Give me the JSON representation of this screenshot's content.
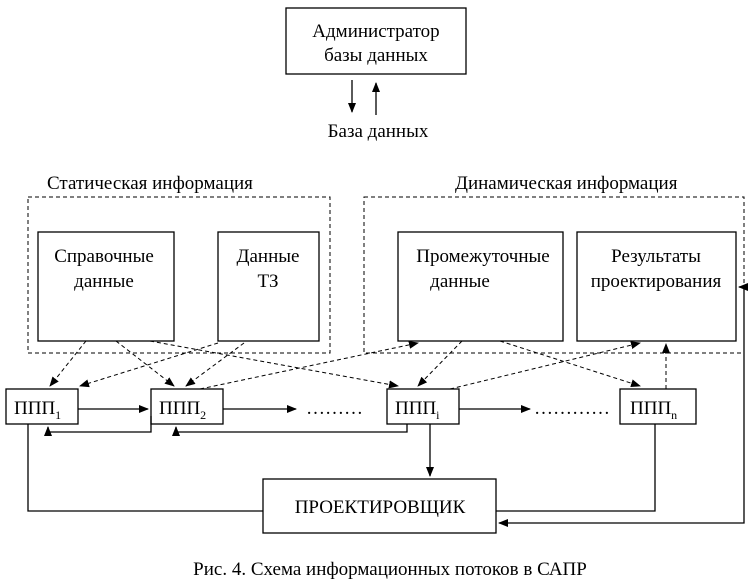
{
  "nodes": {
    "admin": [
      "Администратор",
      "базы данных"
    ],
    "db_label": "База данных",
    "static_label": "Статическая информация",
    "dynamic_label": "Динамическая информация",
    "reference": [
      "Справочные",
      "данные"
    ],
    "spec": [
      "Данные",
      "ТЗ"
    ],
    "intermediate": [
      "Промежуточные",
      "данные"
    ],
    "results": [
      "Результаты",
      "проектирования"
    ],
    "ppp1": {
      "base": "ППП",
      "sub": "1"
    },
    "ppp2": {
      "base": "ППП",
      "sub": "2"
    },
    "pppi": {
      "base": "ППП",
      "sub": "i"
    },
    "pppn": {
      "base": "ППП",
      "sub": "n"
    },
    "ellipsis1": "………",
    "ellipsis2": "…………",
    "designer": "ПРОЕКТИРОВЩИК"
  },
  "caption": "Рис. 4. Схема информационных потоков в САПР"
}
